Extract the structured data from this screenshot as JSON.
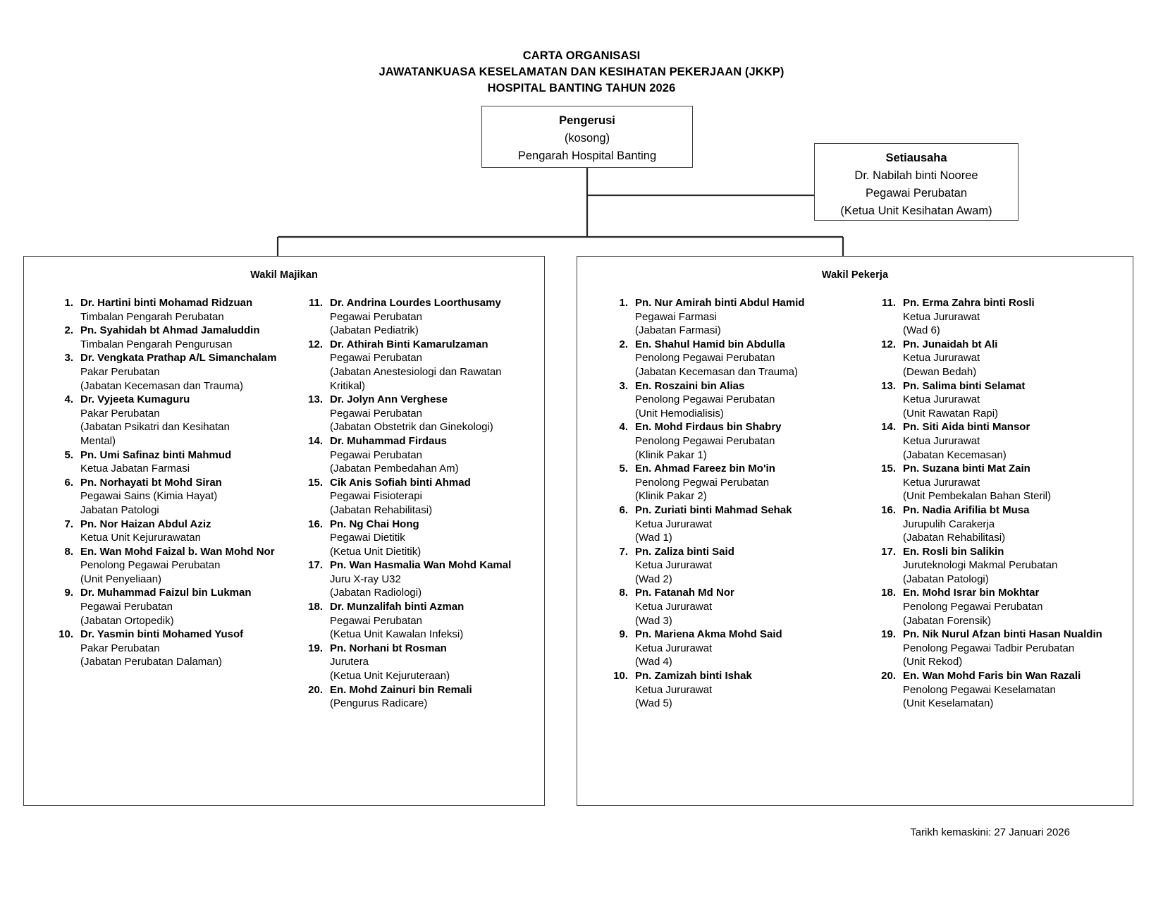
{
  "title": {
    "line1": "CARTA ORGANISASI",
    "line2": "JAWATANKUASA KESELAMATAN DAN KESIHATAN PEKERJAAN (JKKP)",
    "line3": "HOSPITAL BANTING TAHUN 2026"
  },
  "pengerusi": {
    "role": "Pengerusi",
    "status": "(kosong)",
    "position": "Pengarah Hospital Banting"
  },
  "setiausaha": {
    "role": "Setiausaha",
    "name": "Dr. Nabilah binti Nooree",
    "position": "Pegawai Perubatan",
    "unit": "(Ketua Unit Kesihatan Awam)"
  },
  "wakil_majikan": {
    "heading": "Wakil Majikan",
    "column1": [
      {
        "num": "1.",
        "name": "Dr. Hartini binti Mohamad Ridzuan",
        "lines": [
          "Timbalan Pengarah Perubatan"
        ]
      },
      {
        "num": "2.",
        "name": "Pn. Syahidah bt Ahmad Jamaluddin",
        "lines": [
          "Timbalan Pengarah Pengurusan"
        ]
      },
      {
        "num": "3.",
        "name": "Dr. Vengkata Prathap A/L Simanchalam",
        "lines": [
          "Pakar Perubatan",
          "(Jabatan Kecemasan dan Trauma)"
        ]
      },
      {
        "num": "4.",
        "name": "Dr. Vyjeeta Kumaguru",
        "lines": [
          "Pakar Perubatan",
          "(Jabatan Psikatri dan Kesihatan",
          "Mental)"
        ]
      },
      {
        "num": "5.",
        "name": "Pn. Umi Safinaz binti Mahmud",
        "lines": [
          "Ketua Jabatan Farmasi"
        ]
      },
      {
        "num": "6.",
        "name": "Pn. Norhayati bt Mohd Siran",
        "lines": [
          "Pegawai Sains (Kimia Hayat)",
          "Jabatan Patologi"
        ]
      },
      {
        "num": "7.",
        "name": "Pn. Nor Haizan Abdul Aziz",
        "lines": [
          "Ketua Unit Kejururawatan"
        ]
      },
      {
        "num": "8.",
        "name": "En. Wan Mohd Faizal b. Wan Mohd Nor",
        "lines": [
          "Penolong Pegawai Perubatan",
          "(Unit Penyeliaan)"
        ]
      },
      {
        "num": "9.",
        "name": "Dr. Muhammad Faizul bin Lukman",
        "lines": [
          "Pegawai Perubatan",
          "(Jabatan Ortopedik)"
        ]
      },
      {
        "num": "10.",
        "name": "Dr. Yasmin binti Mohamed Yusof",
        "lines": [
          "Pakar Perubatan",
          "(Jabatan Perubatan Dalaman)"
        ]
      }
    ],
    "column2": [
      {
        "num": "11.",
        "name": "Dr. Andrina Lourdes Loorthusamy",
        "lines": [
          "Pegawai Perubatan",
          "(Jabatan Pediatrik)"
        ]
      },
      {
        "num": "12.",
        "name": "Dr. Athirah Binti Kamarulzaman",
        "lines": [
          "Pegawai Perubatan",
          "(Jabatan Anestesiologi dan Rawatan",
          "Kritikal)"
        ]
      },
      {
        "num": "13.",
        "name": "Dr. Jolyn Ann Verghese",
        "lines": [
          "Pegawai Perubatan",
          "(Jabatan Obstetrik dan Ginekologi)"
        ]
      },
      {
        "num": "14.",
        "name": "Dr. Muhammad Firdaus",
        "lines": [
          "Pegawai Perubatan",
          "(Jabatan Pembedahan Am)"
        ]
      },
      {
        "num": "15.",
        "name": "Cik Anis Sofiah binti Ahmad",
        "lines": [
          "Pegawai Fisioterapi",
          "(Jabatan Rehabilitasi)"
        ]
      },
      {
        "num": "16.",
        "name": "Pn. Ng Chai Hong",
        "lines": [
          "Pegawai Dietitik",
          "(Ketua Unit Dietitik)"
        ]
      },
      {
        "num": "17.",
        "name": "Pn. Wan Hasmalia Wan Mohd Kamal",
        "lines": [
          "Juru X-ray U32",
          "(Jabatan Radiologi)"
        ]
      },
      {
        "num": "18.",
        "name": "Dr. Munzalifah binti Azman",
        "lines": [
          "Pegawai Perubatan",
          "(Ketua Unit Kawalan Infeksi)"
        ]
      },
      {
        "num": "19.",
        "name": "Pn. Norhani bt Rosman",
        "lines": [
          "Jurutera",
          "(Ketua Unit Kejuruteraan)"
        ]
      },
      {
        "num": "20.",
        "name": "En. Mohd Zainuri bin Remali",
        "lines": [
          " (Pengurus Radicare)"
        ]
      }
    ]
  },
  "wakil_pekerja": {
    "heading": "Wakil Pekerja",
    "column1": [
      {
        "num": "1.",
        "name": "Pn. Nur Amirah binti Abdul Hamid",
        "lines": [
          "Pegawai Farmasi",
          "(Jabatan Farmasi)"
        ]
      },
      {
        "num": "2.",
        "name": "En. Shahul Hamid bin Abdulla",
        "lines": [
          "Penolong Pegawai Perubatan",
          " (Jabatan Kecemasan dan Trauma)"
        ]
      },
      {
        "num": "3.",
        "name": "En. Roszaini bin Alias",
        "lines": [
          "Penolong Pegawai Perubatan",
          " (Unit Hemodialisis)"
        ]
      },
      {
        "num": "4.",
        "name": "En. Mohd Firdaus bin Shabry",
        "lines": [
          "Penolong Pegawai Perubatan",
          "(Klinik Pakar 1)"
        ]
      },
      {
        "num": "5.",
        "name": "En. Ahmad Fareez bin Mo'in",
        "lines": [
          "Penolong Pegwai Perubatan",
          "(Klinik Pakar 2)"
        ]
      },
      {
        "num": "6.",
        "name": "Pn. Zuriati binti Mahmad Sehak",
        "lines": [
          "Ketua Jururawat",
          "(Wad 1)"
        ]
      },
      {
        "num": "7.",
        "name": "Pn. Zaliza binti Said",
        "lines": [
          "Ketua Jururawat",
          "(Wad 2)"
        ]
      },
      {
        "num": "8.",
        "name": "Pn. Fatanah Md Nor",
        "lines": [
          "Ketua Jururawat",
          " (Wad 3)"
        ]
      },
      {
        "num": "9.",
        "name": "Pn. Mariena Akma Mohd Said",
        "lines": [
          "Ketua Jururawat",
          " (Wad 4)"
        ]
      },
      {
        "num": "10.",
        "name": "Pn. Zamizah binti Ishak",
        "lines": [
          "Ketua Jururawat",
          "(Wad 5)"
        ]
      }
    ],
    "column2": [
      {
        "num": "11.",
        "name": "Pn. Erma Zahra binti Rosli",
        "lines": [
          "Ketua Jururawat",
          "(Wad 6)"
        ]
      },
      {
        "num": "12.",
        "name": "Pn. Junaidah bt Ali",
        "lines": [
          "Ketua Jururawat",
          "(Dewan Bedah)"
        ]
      },
      {
        "num": "13.",
        "name": "Pn. Salima binti Selamat",
        "lines": [
          "Ketua Jururawat",
          "(Unit Rawatan Rapi)"
        ]
      },
      {
        "num": "14.",
        "name": "Pn. Siti Aida binti Mansor",
        "lines": [
          "Ketua Jururawat",
          "(Jabatan Kecemasan)"
        ]
      },
      {
        "num": "15.",
        "name": "Pn. Suzana binti Mat Zain",
        "lines": [
          "Ketua Jururawat",
          "(Unit Pembekalan Bahan Steril)"
        ]
      },
      {
        "num": "16.",
        "name": "Pn. Nadia Arifilia bt Musa",
        "lines": [
          "Jurupulih Carakerja",
          "(Jabatan Rehabilitasi)"
        ]
      },
      {
        "num": "17.",
        "name": "En. Rosli bin Salikin",
        "lines": [
          "Juruteknologi Makmal Perubatan",
          "(Jabatan Patologi)"
        ]
      },
      {
        "num": "18.",
        "name": "En. Mohd Israr bin Mokhtar",
        "lines": [
          "Penolong Pegawai Perubatan",
          "(Jabatan Forensik)"
        ]
      },
      {
        "num": "19.",
        "name": "Pn. Nik Nurul Afzan binti Hasan Nualdin",
        "lines": [
          "Penolong Pegawai Tadbir Perubatan",
          "(Unit Rekod)"
        ]
      },
      {
        "num": "20.",
        "name": "En. Wan Mohd Faris bin Wan Razali",
        "lines": [
          "Penolong Pegawai Keselamatan",
          "(Unit Keselamatan)"
        ]
      }
    ]
  },
  "footer": {
    "update_note": "Tarikh kemaskini: 27 Januari 2026"
  },
  "colors": {
    "line": "#404040",
    "text": "#000000",
    "background": "#ffffff"
  }
}
